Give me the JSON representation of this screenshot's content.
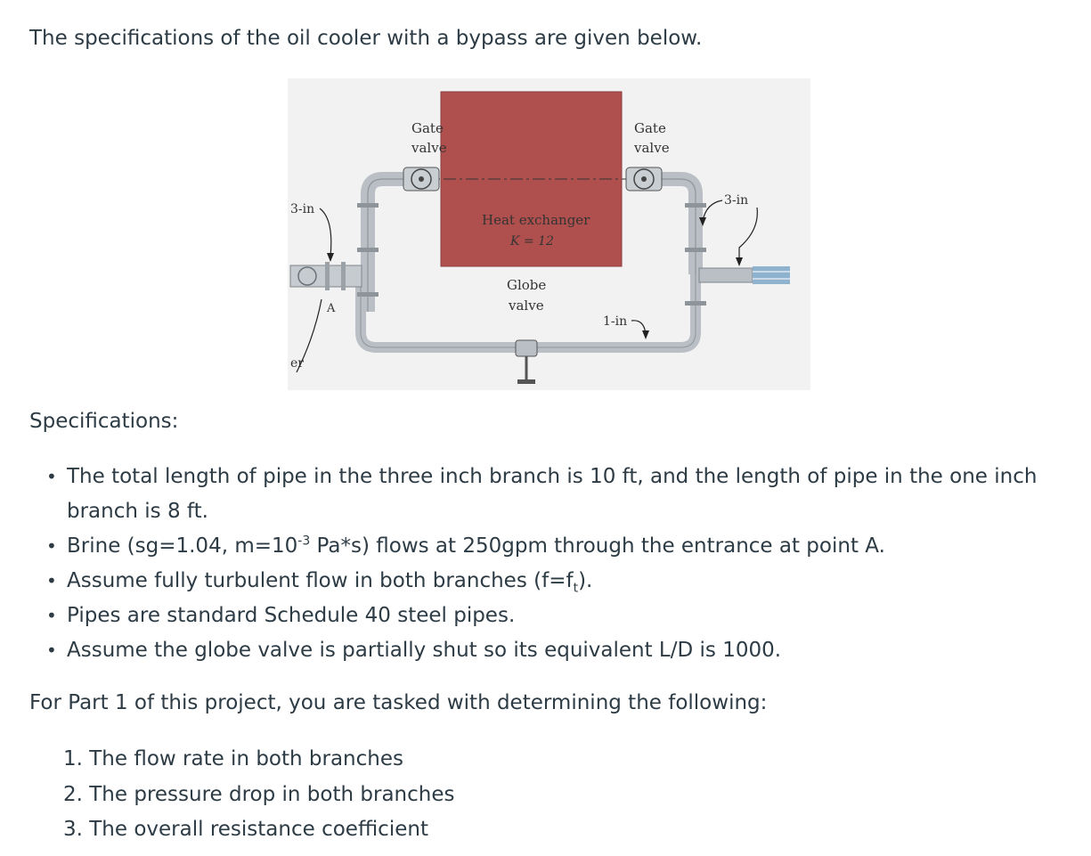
{
  "intro": "The specifications of the oil cooler with a bypass are given below.",
  "diagram": {
    "gate_valve_left": [
      "Gate",
      "valve"
    ],
    "gate_valve_right": [
      "Gate",
      "valve"
    ],
    "heat_exchanger": "Heat exchanger",
    "k_value": "K = 12",
    "globe_valve": [
      "Globe",
      "valve"
    ],
    "label_3in_left": "3-in",
    "label_3in_right": "3-in",
    "label_1in": "1-in",
    "point_a": "A",
    "partial_label": "er",
    "hx_color": "#b0504e",
    "pipe_color": "#b9bfc4"
  },
  "specifications": {
    "heading": "Specifications:",
    "items": [
      {
        "text": "The total length of pipe in the three inch branch is 10 ft, and the length of pipe in the one inch branch is 8 ft."
      },
      {
        "pre": "Brine (sg=1.04, m=10",
        "sup": "-3",
        "post": " Pa*s) flows at 250gpm through the entrance at point A."
      },
      {
        "pre": "Assume fully turbulent flow in both branches (f=f",
        "sub": "t",
        "post": ")."
      },
      {
        "text": "Pipes are standard Schedule 40 steel pipes."
      },
      {
        "text": "Assume the globe valve is partially shut so its equivalent L/D is 1000."
      }
    ]
  },
  "tasks": {
    "intro": "For Part 1 of this project, you are tasked with determining the following:",
    "items": [
      "1. The flow rate in both branches",
      "2. The pressure drop in both branches",
      "3. The overall resistance coefficient"
    ]
  }
}
